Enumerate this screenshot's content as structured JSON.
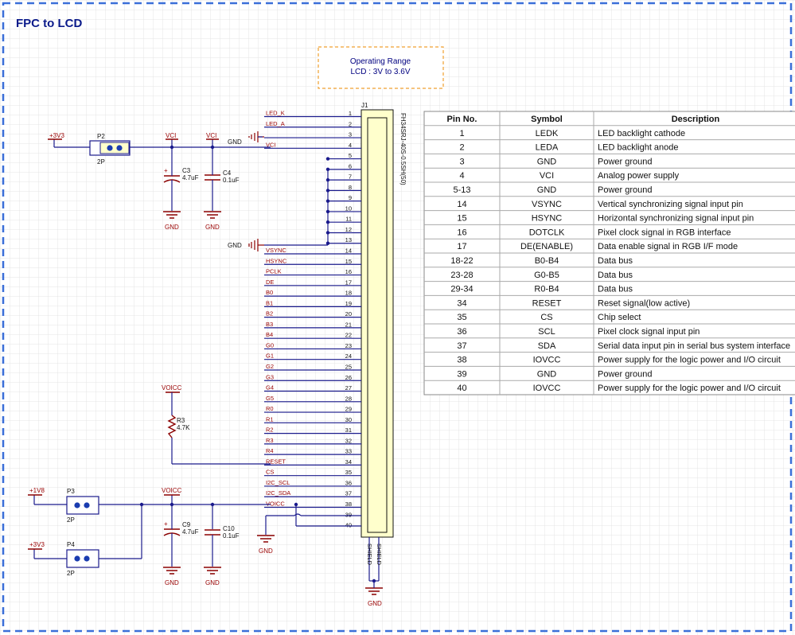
{
  "title": "FPC to LCD",
  "colors": {
    "frame": "#3a6fd8",
    "wire": "#1a1a8c",
    "part": "#8b0000",
    "label": "#990000",
    "connector_fill": "#ffffcc",
    "note_border": "#f0a030",
    "grid": "#e4e4e4"
  },
  "note": {
    "line1": "Operating Range",
    "line2": "LCD : 3V to 3.6V"
  },
  "connector": {
    "ref": "J1",
    "part_number": "FH34SRJ-40S-0.5SH(50)",
    "shield_left": "SHIELD",
    "shield_right": "SHIELD",
    "pins": [
      {
        "num": "1",
        "net": "LED_K"
      },
      {
        "num": "2",
        "net": "LED_A"
      },
      {
        "num": "3",
        "net": ""
      },
      {
        "num": "4",
        "net": "VCI"
      },
      {
        "num": "5",
        "net": ""
      },
      {
        "num": "6",
        "net": ""
      },
      {
        "num": "7",
        "net": ""
      },
      {
        "num": "8",
        "net": ""
      },
      {
        "num": "9",
        "net": ""
      },
      {
        "num": "10",
        "net": ""
      },
      {
        "num": "11",
        "net": ""
      },
      {
        "num": "12",
        "net": ""
      },
      {
        "num": "13",
        "net": ""
      },
      {
        "num": "14",
        "net": "VSYNC"
      },
      {
        "num": "15",
        "net": "HSYNC"
      },
      {
        "num": "16",
        "net": "PCLK"
      },
      {
        "num": "17",
        "net": "DE"
      },
      {
        "num": "18",
        "net": "B0"
      },
      {
        "num": "19",
        "net": "B1"
      },
      {
        "num": "20",
        "net": "B2"
      },
      {
        "num": "21",
        "net": "B3"
      },
      {
        "num": "22",
        "net": "B4"
      },
      {
        "num": "23",
        "net": "G0"
      },
      {
        "num": "24",
        "net": "G1"
      },
      {
        "num": "25",
        "net": "G2"
      },
      {
        "num": "26",
        "net": "G3"
      },
      {
        "num": "27",
        "net": "G4"
      },
      {
        "num": "28",
        "net": "G5"
      },
      {
        "num": "29",
        "net": "R0"
      },
      {
        "num": "30",
        "net": "R1"
      },
      {
        "num": "31",
        "net": "R2"
      },
      {
        "num": "32",
        "net": "R3"
      },
      {
        "num": "33",
        "net": "R4"
      },
      {
        "num": "34",
        "net": "RESET"
      },
      {
        "num": "35",
        "net": "CS"
      },
      {
        "num": "36",
        "net": "I2C_SCL"
      },
      {
        "num": "37",
        "net": "I2C_SDA"
      },
      {
        "num": "38",
        "net": "VOICC"
      },
      {
        "num": "39",
        "net": ""
      },
      {
        "num": "40",
        "net": ""
      }
    ]
  },
  "power_labels": {
    "p2_supply": "+3V3",
    "vci_1": "VCI",
    "vci_2": "VCI",
    "voicc_r": "VOICC",
    "p3_supply": "+1V8",
    "voicc_c": "VOICC",
    "p4_supply": "+3V3",
    "gnd": "GND"
  },
  "components": {
    "p2": {
      "ref": "P2",
      "value": "2P"
    },
    "p3": {
      "ref": "P3",
      "value": "2P"
    },
    "p4": {
      "ref": "P4",
      "value": "2P"
    },
    "c3": {
      "ref": "C3",
      "value": "4.7uF"
    },
    "c4": {
      "ref": "C4",
      "value": "0.1uF"
    },
    "c9": {
      "ref": "C9",
      "value": "4.7uF"
    },
    "c10": {
      "ref": "C10",
      "value": "0.1uF"
    },
    "r3": {
      "ref": "R3",
      "value": "4.7K"
    }
  },
  "pin_table": {
    "headers": [
      "Pin No.",
      "Symbol",
      "Description"
    ],
    "rows": [
      [
        "1",
        "LEDK",
        "LED backlight cathode"
      ],
      [
        "2",
        "LEDA",
        "LED backlight anode"
      ],
      [
        "3",
        "GND",
        "Power ground"
      ],
      [
        "4",
        "VCI",
        "Analog power supply"
      ],
      [
        "5-13",
        "GND",
        "Power ground"
      ],
      [
        "14",
        "VSYNC",
        "Vertical synchronizing signal input pin"
      ],
      [
        "15",
        "HSYNC",
        "Horizontal synchronizing signal input pin"
      ],
      [
        "16",
        "DOTCLK",
        "Pixel clock signal in RGB interface"
      ],
      [
        "17",
        "DE(ENABLE)",
        "Data enable signal in RGB I/F mode"
      ],
      [
        "18-22",
        "B0-B4",
        "Data bus"
      ],
      [
        "23-28",
        "G0-B5",
        "Data bus"
      ],
      [
        "29-34",
        "R0-B4",
        "Data bus"
      ],
      [
        "34",
        "RESET",
        "Reset signal(low active)"
      ],
      [
        "35",
        "CS",
        "Chip select"
      ],
      [
        "36",
        "SCL",
        "Pixel clock signal input pin"
      ],
      [
        "37",
        "SDA",
        "Serial data input pin in serial bus system interface"
      ],
      [
        "38",
        "IOVCC",
        "Power supply for the logic power and I/O circuit"
      ],
      [
        "39",
        "GND",
        "Power ground"
      ],
      [
        "40",
        "IOVCC",
        "Power supply for the logic power and I/O circuit"
      ]
    ]
  }
}
